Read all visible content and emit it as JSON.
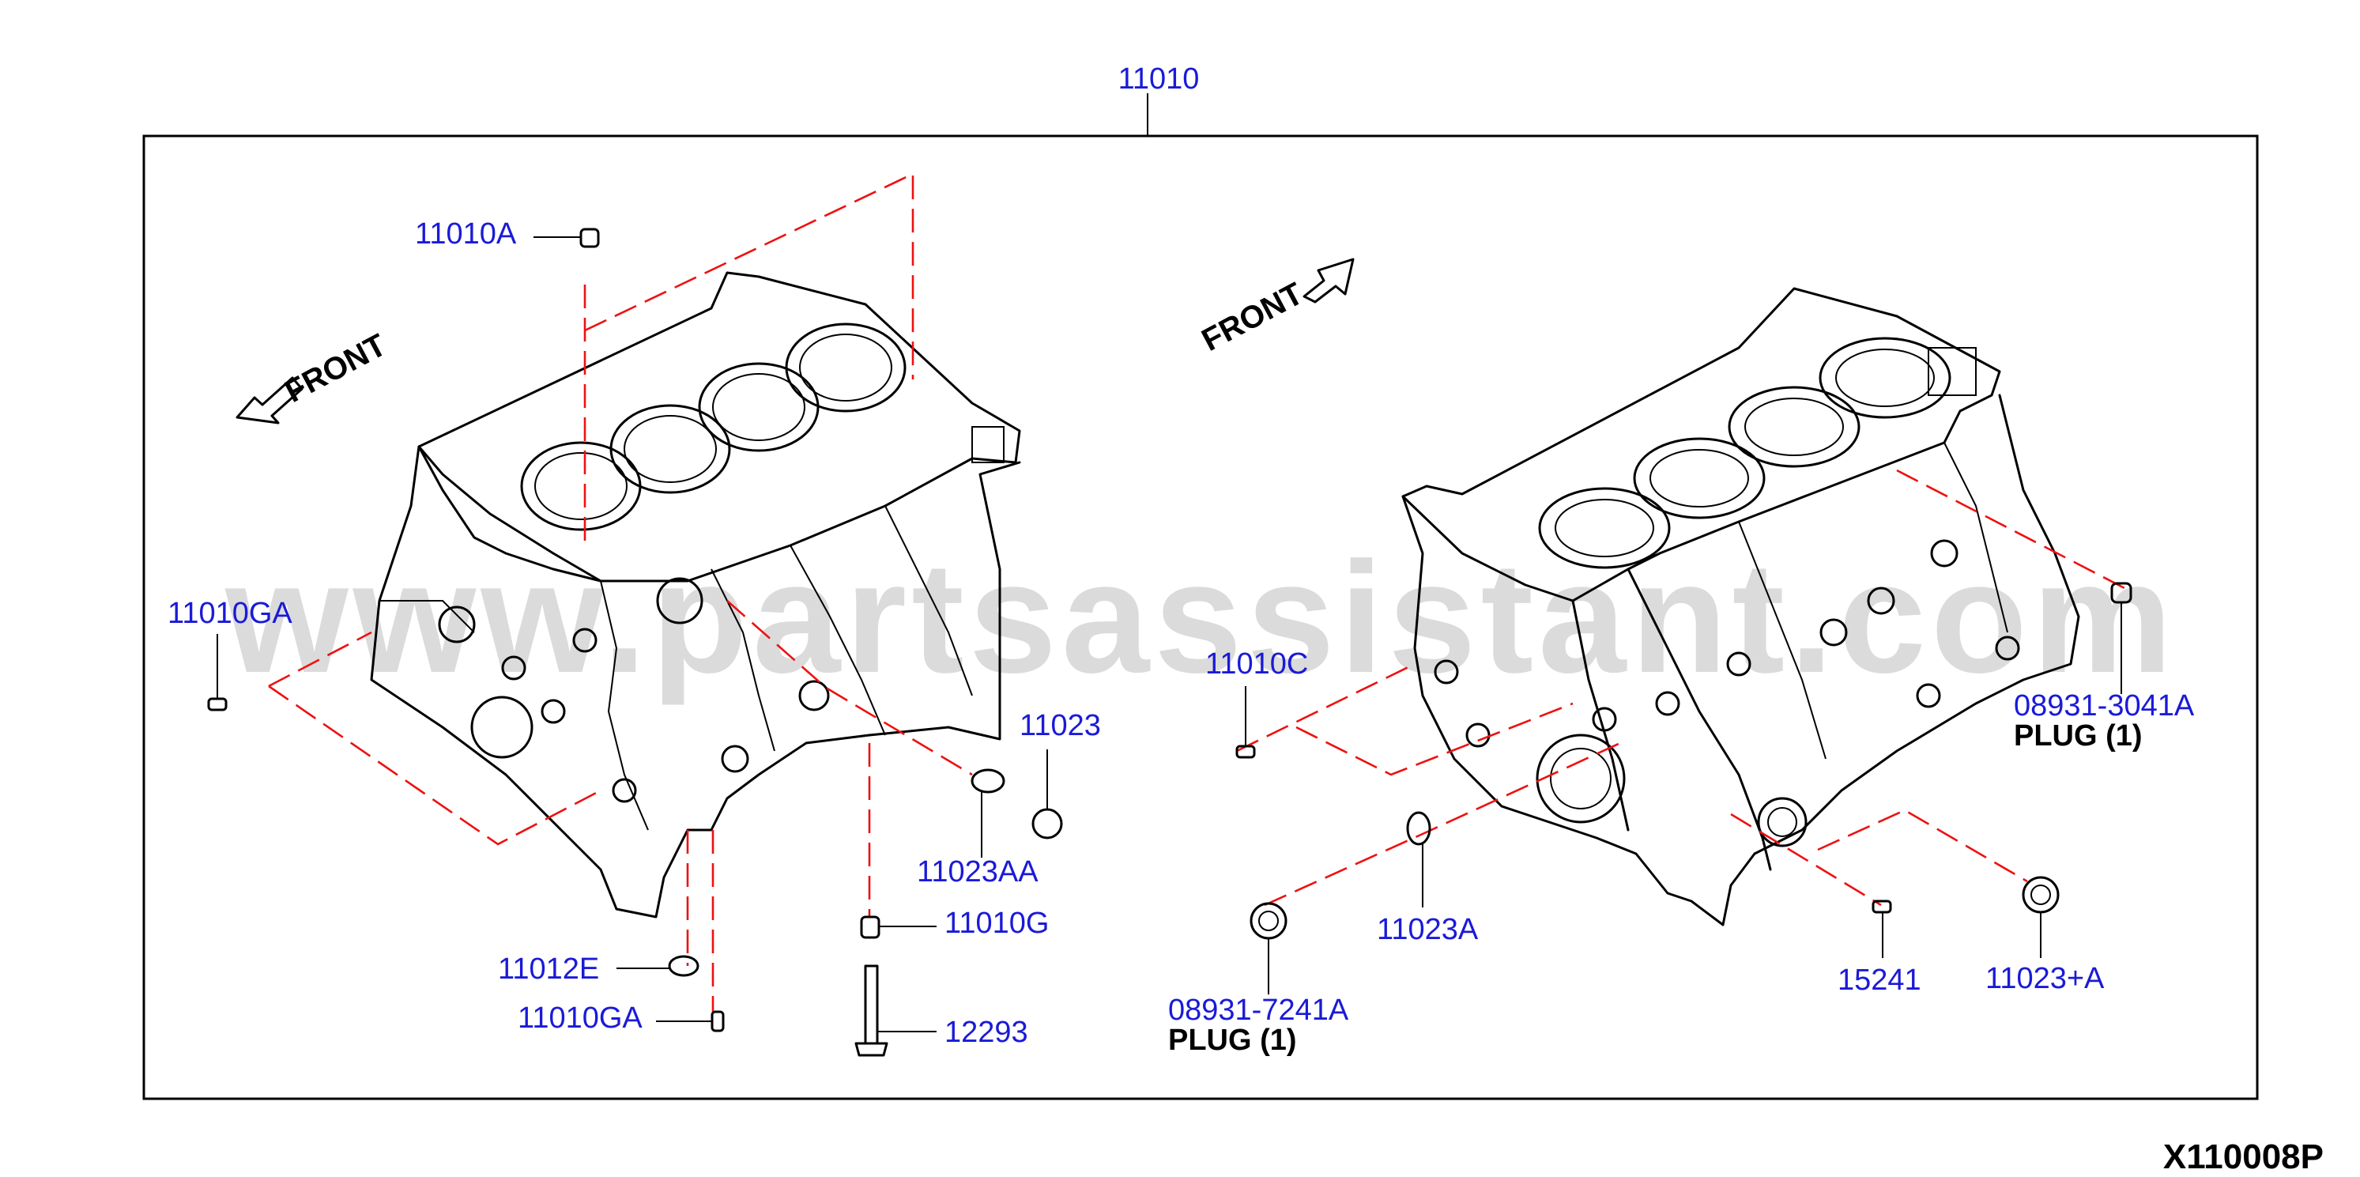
{
  "diagram": {
    "assembly_part": "11010",
    "figure_code": "X110008P",
    "watermark": "www.partsassistant.com",
    "left_view": {
      "direction_label": "FRONT"
    },
    "right_view": {
      "direction_label": "FRONT"
    },
    "callouts": {
      "p11010A": "11010A",
      "p11010GA_upper": "11010GA",
      "p11012E": "11012E",
      "p11010GA_lower": "11010GA",
      "p11023": "11023",
      "p11023AA": "11023AA",
      "p11010G": "11010G",
      "p12293": "12293",
      "p11010C": "11010C",
      "p11023A": "11023A",
      "p08931_7241A": "08931-7241A",
      "p08931_3041A": "08931-3041A",
      "p15241": "15241",
      "p11023_A": "11023+A"
    },
    "notes": {
      "plug_left": "PLUG (1)",
      "plug_right": "PLUG (1)"
    }
  }
}
